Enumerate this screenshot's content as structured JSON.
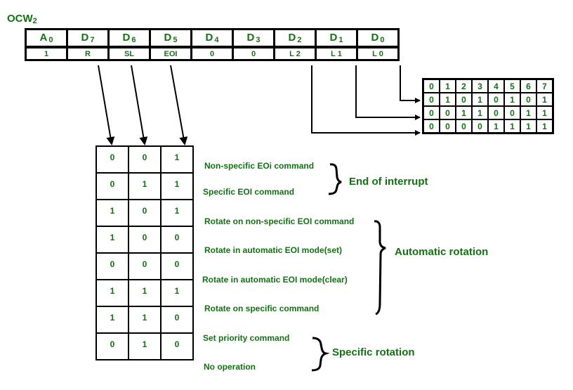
{
  "title": {
    "main": "OCW",
    "sub": "2"
  },
  "register": {
    "headers": [
      {
        "name": "A",
        "sub": "0"
      },
      {
        "name": "D",
        "sub": "7"
      },
      {
        "name": "D",
        "sub": "6"
      },
      {
        "name": "D",
        "sub": "5"
      },
      {
        "name": "D",
        "sub": "4"
      },
      {
        "name": "D",
        "sub": "3"
      },
      {
        "name": "D",
        "sub": "2"
      },
      {
        "name": "D",
        "sub": "1"
      },
      {
        "name": "D",
        "sub": "0"
      }
    ],
    "values": [
      "1",
      "R",
      "SL",
      "EOI",
      "0",
      "0",
      "L 2",
      "L 1",
      "L 0"
    ]
  },
  "priority_table": {
    "header": [
      "0",
      "1",
      "2",
      "3",
      "4",
      "5",
      "6",
      "7"
    ],
    "rows": [
      [
        "0",
        "1",
        "0",
        "1",
        "0",
        "1",
        "0",
        "1"
      ],
      [
        "0",
        "0",
        "1",
        "1",
        "0",
        "0",
        "1",
        "1"
      ],
      [
        "0",
        "0",
        "0",
        "0",
        "1",
        "1",
        "1",
        "1"
      ]
    ]
  },
  "mode_table": {
    "rows": [
      {
        "bits": [
          "0",
          "0",
          "1"
        ],
        "desc": "Non-specific EOi command"
      },
      {
        "bits": [
          "0",
          "1",
          "1"
        ],
        "desc": "Specific EOI command"
      },
      {
        "bits": [
          "1",
          "0",
          "1"
        ],
        "desc": "Rotate on non-specific EOI command"
      },
      {
        "bits": [
          "1",
          "0",
          "0"
        ],
        "desc": "Rotate in automatic EOI mode(set)"
      },
      {
        "bits": [
          "0",
          "0",
          "0"
        ],
        "desc": "Rotate in automatic EOI mode(clear)"
      },
      {
        "bits": [
          "1",
          "1",
          "1"
        ],
        "desc": "Rotate on specific command"
      },
      {
        "bits": [
          "1",
          "1",
          "0"
        ],
        "desc": "Set priority command"
      },
      {
        "bits": [
          "0",
          "1",
          "0"
        ],
        "desc": "No operation"
      }
    ]
  },
  "groups": {
    "eoi": "End of interrupt",
    "auto": "Automatic rotation",
    "specific": "Specific rotation"
  }
}
